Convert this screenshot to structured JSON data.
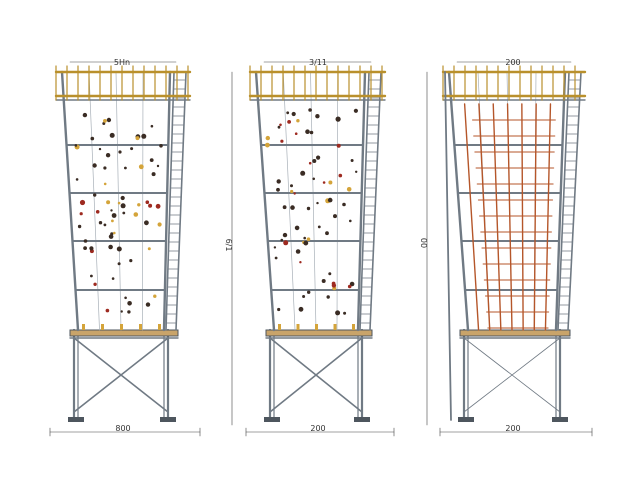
{
  "colors": {
    "frame": "#707a84",
    "frame_dark": "#4e565e",
    "rail": "#b9902c",
    "platform": "#c9a46a",
    "red_bar": "#b5562a",
    "hold_dark": "#3a2c24",
    "hold_red": "#9e2a20",
    "hold_yellow": "#d4a43a",
    "dimension": "#444444"
  },
  "drawings": [
    {
      "id": "left",
      "top_label": "5Hn",
      "height_label": "6/1",
      "width_label": "800",
      "variant": "holds"
    },
    {
      "id": "middle",
      "top_label": "3/11",
      "height_label": "",
      "width_label": "200",
      "variant": "holds"
    },
    {
      "id": "right",
      "top_label": "200",
      "height_label": "00",
      "width_label": "200",
      "variant": "bars"
    }
  ]
}
